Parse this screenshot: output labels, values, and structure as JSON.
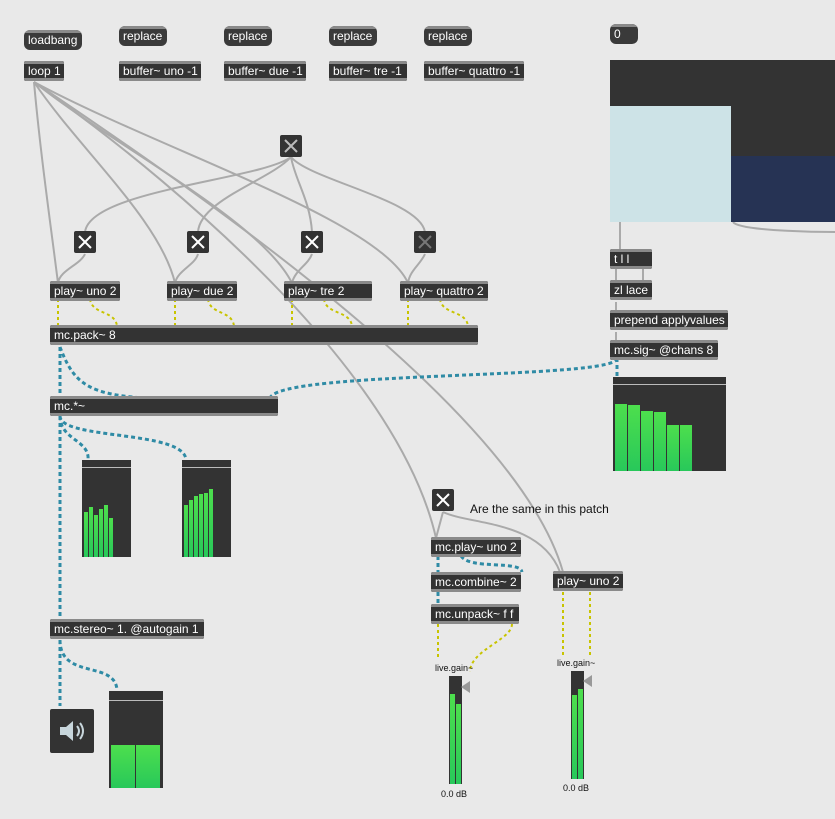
{
  "messages": {
    "loadbang": "loadbang",
    "replace_1": "replace",
    "replace_2": "replace",
    "replace_3": "replace",
    "replace_4": "replace",
    "number_box": "0"
  },
  "objects": {
    "loop": "loop 1",
    "buffer_uno": "buffer~ uno -1",
    "buffer_due": "buffer~ due -1",
    "buffer_tre": "buffer~ tre -1",
    "buffer_quattro": "buffer~ quattro -1",
    "play_uno": "play~ uno 2",
    "play_due": "play~ due 2",
    "play_tre": "play~ tre 2",
    "play_quattro": "play~ quattro 2",
    "mc_pack": "mc.pack~ 8",
    "mc_mul": "mc.*~",
    "mc_stereo": "mc.stereo~ 1. @autogain 1",
    "t_ll": "t l l",
    "zl_lace": "zl lace",
    "prepend": "prepend applyvalues",
    "mc_sig": "mc.sig~ @chans 8",
    "mc_play_uno": "mc.play~ uno 2",
    "mc_combine": "mc.combine~ 2",
    "mc_unpack": "mc.unpack~ f f",
    "play_uno_right": "play~ uno 2"
  },
  "comments": {
    "same_note": "Are the same in this patch"
  },
  "gain_1": {
    "name": "live.gain~",
    "value": "0.0 dB"
  },
  "gain_2": {
    "name": "live.gain~",
    "value": "0.0 dB"
  },
  "meters": {
    "mcsig_levels": [
      0.8,
      0.78,
      0.72,
      0.7,
      0.55,
      0.55,
      0,
      0
    ],
    "mul_left_levels": [
      0.52,
      0.58,
      0.48,
      0.55,
      0.6,
      0.45,
      0,
      0
    ],
    "mul_right_levels": [
      0.6,
      0.65,
      0.7,
      0.72,
      0.74,
      0.78,
      0,
      0
    ],
    "stereo_levels": [
      0.5,
      0.5
    ]
  },
  "colors": {
    "object_bg": "#333333",
    "patch_bg": "#e9e9e9",
    "signal_cable": "#a8d7df",
    "mc_cable_dash": "#2f8ba5",
    "control_cable": "#aaaaaa",
    "meter_green": "#3fd35a",
    "yellow_dash": "#d9d000"
  },
  "icons": {
    "toggle": "x-toggle-icon",
    "speaker": "speaker-icon",
    "gain_arrow": "triangle-pointer-icon"
  }
}
